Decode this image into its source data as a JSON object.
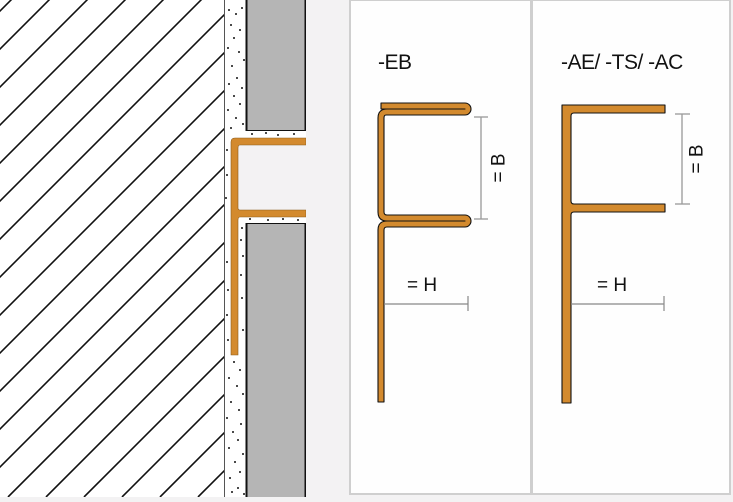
{
  "diagram": {
    "type": "technical cross-section drawing",
    "installation_view": {
      "components": [
        "substrate-wall (hatched)",
        "tile-adhesive (dotted)",
        "upper-tile",
        "lower-tile",
        "profile-in-joint"
      ]
    },
    "panels": [
      {
        "id": "eb",
        "title": "-EB",
        "dimension_b_label": "= B",
        "dimension_h_label": "= H"
      },
      {
        "id": "ae-ts-ac",
        "title": "-AE/ -TS/ -AC",
        "dimension_b_label": "= B",
        "dimension_h_label": "= H"
      }
    ]
  },
  "colors": {
    "background": "#f3f2f3",
    "panel_fill": "#fefefe",
    "panel_border": "#cfcfcf",
    "tile_gray": "#b5b5b5",
    "profile_orange": "#d38a2e",
    "outline": "#111111",
    "dimension_line": "#888888"
  }
}
